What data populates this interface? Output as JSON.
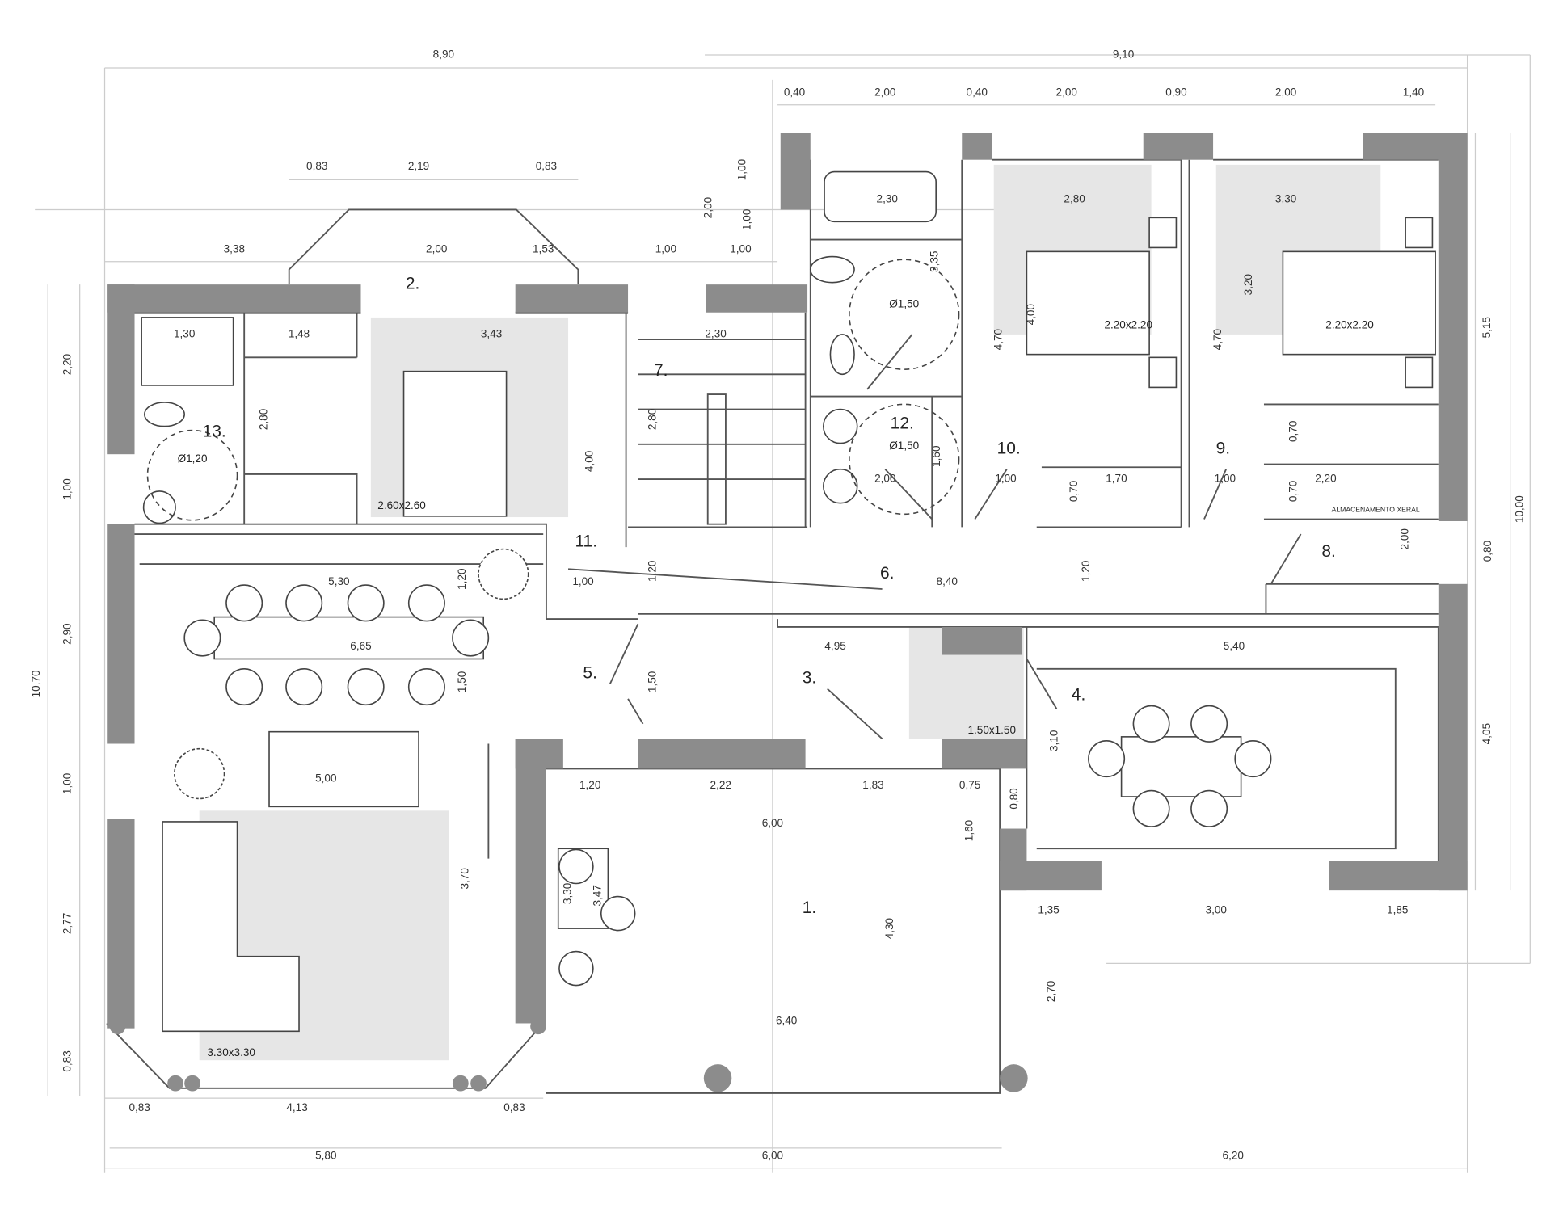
{
  "dimensions": [
    "8,90",
    "9,10",
    "0,40",
    "2,00",
    "0,40",
    "2,00",
    "0,90",
    "2,00",
    "1,40",
    "0,83",
    "2,19",
    "0,83",
    "3,38",
    "2,00",
    "1,53",
    "1,00",
    "1,00",
    "1,00",
    "2,00",
    "1,00",
    "2,20",
    "1,00",
    "2,90",
    "10,70",
    "1,00",
    "2,77",
    "0,83",
    "0,83",
    "4,13",
    "0,83",
    "5,80",
    "6,00",
    "6,20",
    "5,15",
    "10,00",
    "0,80",
    "4,05",
    "2,00",
    "1,30",
    "1,48",
    "3,43",
    "2,30",
    "2,80",
    "4,00",
    "2,80",
    "3,35",
    "2,00",
    "1,60",
    "1,00",
    "2,80",
    "4,70",
    "4,00",
    "1,70",
    "0,70",
    "1,00",
    "3,30",
    "3,20",
    "4,70",
    "0,70",
    "2,20",
    "0,70",
    "8,40",
    "1,20",
    "1,20",
    "1,00",
    "1,20",
    "5,30",
    "6,65",
    "1,50",
    "1,50",
    "4,95",
    "5,40",
    "3,10",
    "5,00",
    "1,20",
    "2,22",
    "1,83",
    "0,75",
    "0,80",
    "1,60",
    "6,00",
    "3,70",
    "3,30",
    "3,47",
    "4,30",
    "6,40",
    "2,70",
    "1,35",
    "3,00",
    "1,85",
    "2,30"
  ],
  "area_labels": [
    "Ø1,20",
    "2.60x2.60",
    "Ø1,50",
    "Ø1,50",
    "2.20x2.20",
    "2.20x2.20",
    "1.50x1.50",
    "3.30x3.30"
  ],
  "room_numbers": [
    "1.",
    "2.",
    "3.",
    "4.",
    "5.",
    "6.",
    "7.",
    "8.",
    "9.",
    "10.",
    "11.",
    "12.",
    "13."
  ],
  "annotations": {
    "storage": "ALMACENAMENTO XERAL"
  },
  "colors": {
    "wall": "#8c8c8c",
    "rug": "#e6e6e6"
  }
}
